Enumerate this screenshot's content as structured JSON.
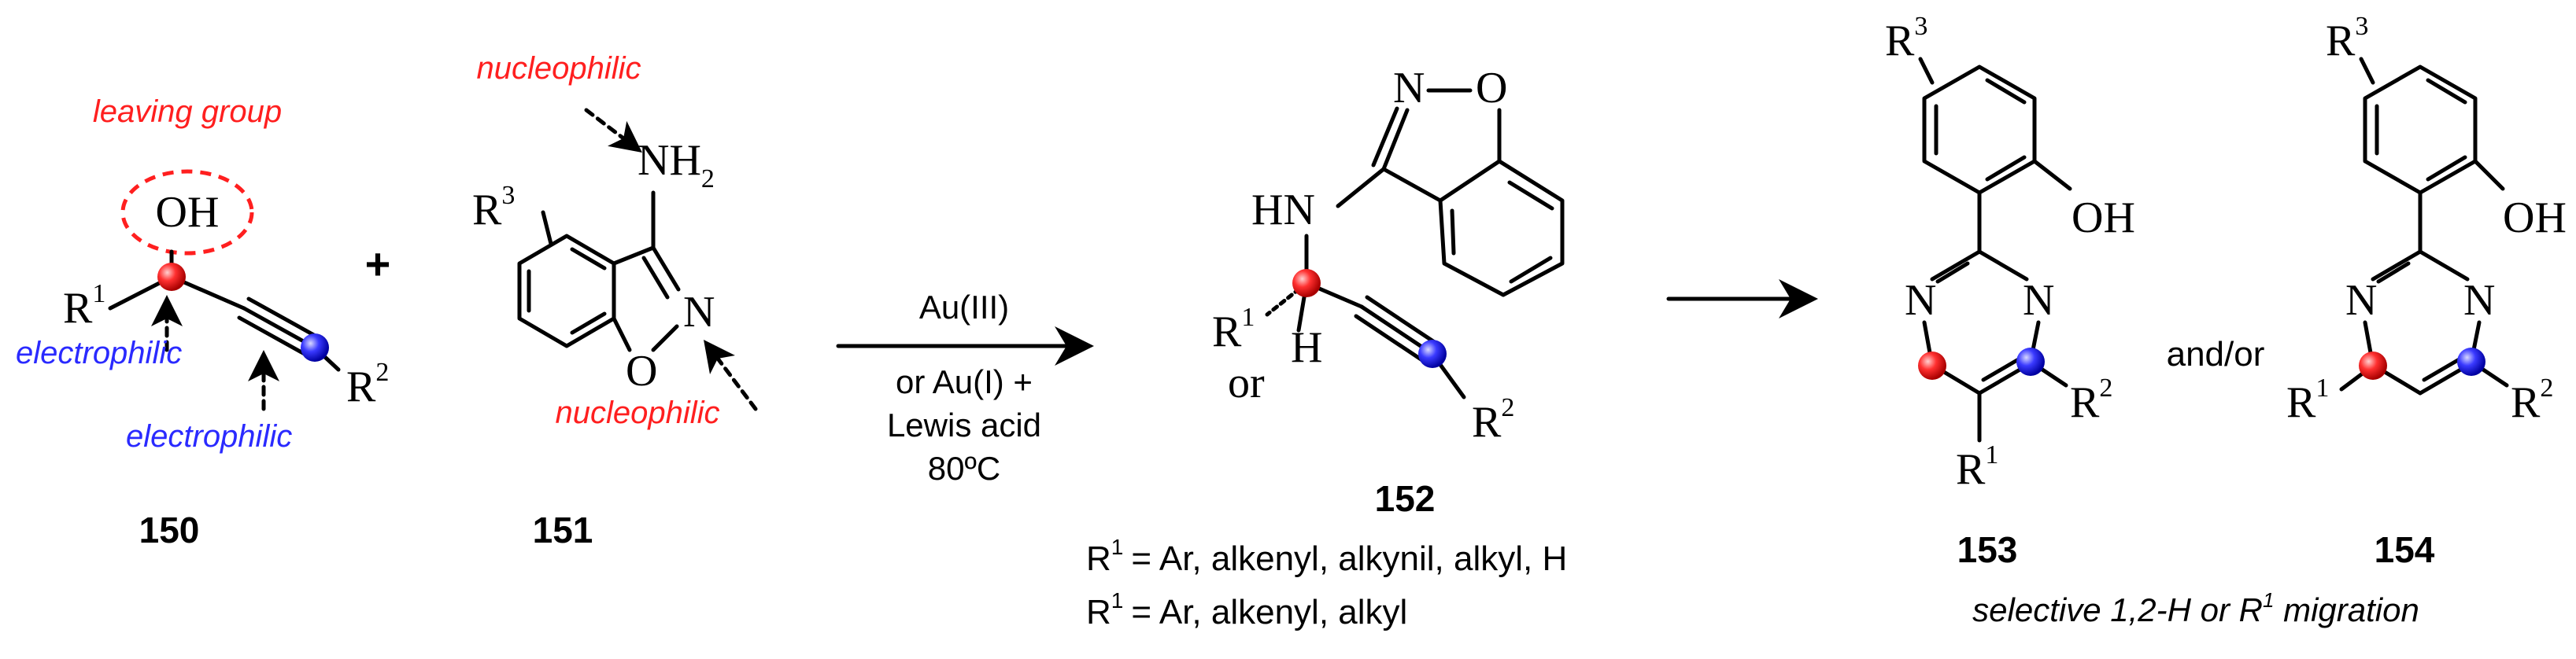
{
  "compound_150": {
    "number": "150",
    "oh": "OH",
    "r1": "R",
    "r1_sup": "1",
    "r2": "R",
    "r2_sup": "2",
    "leaving_group": "leaving group",
    "electrophilic_1": "electrophilic",
    "electrophilic_2": "electrophilic"
  },
  "plus": "+",
  "compound_151": {
    "number": "151",
    "nh2": "NH",
    "nh2_sub": "2",
    "n": "N",
    "o": "O",
    "r3": "R",
    "r3_sup": "3",
    "nucleophilic_1": "nucleophilic",
    "nucleophilic_2": "nucleophilic"
  },
  "conditions": {
    "line1": "Au(III)",
    "line2": "or Au(I) +",
    "line3": "Lewis acid",
    "line4": "80ºC"
  },
  "compound_152": {
    "number": "152",
    "n": "N",
    "o": "O",
    "hn": "HN",
    "h": "H",
    "or": "or",
    "r1": "R",
    "r1_sup": "1",
    "r2": "R",
    "r2_sup": "2",
    "scope_1": "= Ar, alkenyl, alkynil, alkyl, H",
    "scope_2": "= Ar, alkenyl, alkyl",
    "scope_r": "R",
    "scope_sup": "1"
  },
  "compound_153": {
    "number": "153",
    "oh": "OH",
    "n1": "N",
    "n2": "N",
    "r1": "R",
    "r1_sup": "1",
    "r2": "R",
    "r2_sup": "2",
    "r3": "R",
    "r3_sup": "3"
  },
  "and_or": "and/or",
  "compound_154": {
    "number": "154",
    "oh": "OH",
    "n1": "N",
    "n2": "N",
    "r1": "R",
    "r1_sup": "1",
    "r2": "R",
    "r2_sup": "2",
    "r3": "R",
    "r3_sup": "3"
  },
  "footnote": {
    "text_a": "selective 1,2-H or R",
    "sup": "1",
    "text_b": " migration"
  },
  "colors": {
    "red": "#ff1f1f",
    "blue": "#2a2aff",
    "black": "#000000"
  }
}
